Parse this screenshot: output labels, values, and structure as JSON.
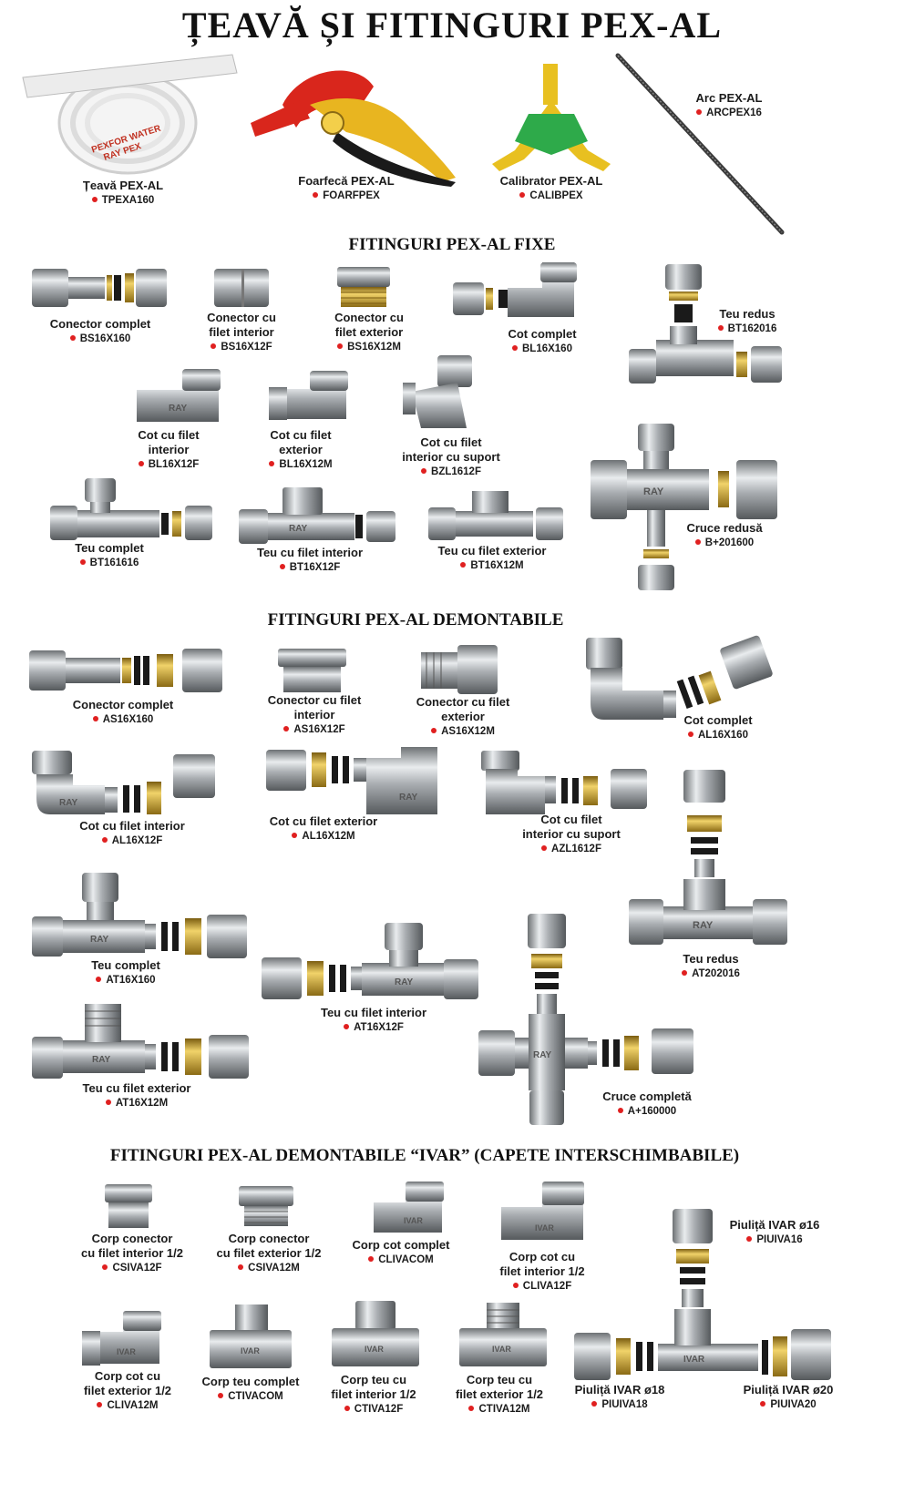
{
  "title": "ȚEAVĂ ȘI FITINGURI PEX-AL",
  "sections": {
    "fixe": "FITINGURI PEX-AL FIXE",
    "demontabile": "FITINGURI PEX-AL DEMONTABILE",
    "ivar": "FITINGURI PEX-AL DEMONTABILE “IVAR” (CAPETE INTERSCHIMBABILE)"
  },
  "tools": {
    "teava": {
      "name": "Țeavă PEX-AL",
      "code": "TPEXA160",
      "print": "PEXFOR WATER",
      "brand": "RAY PEX"
    },
    "foarfeca": {
      "name": "Foarfecă PEX-AL",
      "code": "FOARFPEX"
    },
    "calibrator": {
      "name": "Calibrator PEX-AL",
      "code": "CALIBPEX"
    },
    "arc": {
      "name": "Arc PEX-AL",
      "code": "ARCPEX16"
    }
  },
  "fixe": {
    "conector_complet": {
      "name": "Conector complet",
      "code": "BS16X160"
    },
    "conector_fi": {
      "name1": "Conector cu",
      "name2": "filet interior",
      "code": "BS16X12F"
    },
    "conector_fe": {
      "name1": "Conector cu",
      "name2": "filet exterior",
      "code": "BS16X12M"
    },
    "cot_complet": {
      "name": "Cot complet",
      "code": "BL16X160"
    },
    "teu_redus": {
      "name": "Teu redus",
      "code": "BT162016"
    },
    "cot_fi": {
      "name1": "Cot cu filet",
      "name2": "interior",
      "code": "BL16X12F"
    },
    "cot_fe": {
      "name1": "Cot cu filet",
      "name2": "exterior",
      "code": "BL16X12M"
    },
    "cot_suport": {
      "name1": "Cot cu filet",
      "name2": "interior cu suport",
      "code": "BZL1612F"
    },
    "cruce_redusa": {
      "name": "Cruce redusă",
      "code": "B+201600"
    },
    "teu_complet": {
      "name": "Teu complet",
      "code": "BT161616"
    },
    "teu_fi": {
      "name": "Teu cu filet interior",
      "code": "BT16X12F"
    },
    "teu_fe": {
      "name": "Teu cu filet exterior",
      "code": "BT16X12M"
    }
  },
  "demontabile": {
    "conector_complet": {
      "name": "Conector complet",
      "code": "AS16X160"
    },
    "conector_fi": {
      "name1": "Conector cu filet",
      "name2": "interior",
      "code": "AS16X12F"
    },
    "conector_fe": {
      "name1": "Conector cu filet",
      "name2": "exterior",
      "code": "AS16X12M"
    },
    "cot_complet": {
      "name": "Cot complet",
      "code": "AL16X160"
    },
    "cot_fi": {
      "name": "Cot cu filet interior",
      "code": "AL16X12F"
    },
    "cot_fe": {
      "name": "Cot cu filet exterior",
      "code": "AL16X12M"
    },
    "cot_suport": {
      "name1": "Cot cu filet",
      "name2": "interior cu suport",
      "code": "AZL1612F"
    },
    "teu_redus": {
      "name": "Teu redus",
      "code": "AT202016"
    },
    "teu_complet": {
      "name": "Teu complet",
      "code": "AT16X160"
    },
    "teu_fi": {
      "name": "Teu cu filet interior",
      "code": "AT16X12F"
    },
    "teu_fe": {
      "name": "Teu cu filet exterior",
      "code": "AT16X12M"
    },
    "cruce_completa": {
      "name": "Cruce completă",
      "code": "A+160000"
    }
  },
  "ivar": {
    "corp_conector_fi": {
      "name1": "Corp conector",
      "name2": "cu filet interior 1/2",
      "code": "CSIVA12F"
    },
    "corp_conector_fe": {
      "name1": "Corp conector",
      "name2": "cu filet exterior 1/2",
      "code": "CSIVA12M"
    },
    "corp_cot_complet": {
      "name": "Corp cot complet",
      "code": "CLIVACOM"
    },
    "corp_cot_fi": {
      "name1": "Corp cot cu",
      "name2": "filet interior 1/2",
      "code": "CLIVA12F"
    },
    "piulita16": {
      "name": "Piuliță IVAR ø16",
      "code": "PIUIVA16"
    },
    "corp_cot_fe": {
      "name1": "Corp cot cu",
      "name2": "filet exterior 1/2",
      "code": "CLIVA12M"
    },
    "corp_teu_complet": {
      "name": "Corp teu complet",
      "code": "CTIVACOM"
    },
    "corp_teu_fi": {
      "name1": "Corp teu cu",
      "name2": "filet interior 1/2",
      "code": "CTIVA12F"
    },
    "corp_teu_fe": {
      "name1": "Corp teu cu",
      "name2": "filet exterior 1/2",
      "code": "CTIVA12M"
    },
    "piulita18": {
      "name": "Piuliță IVAR ø18",
      "code": "PIUIVA18"
    },
    "piulita20": {
      "name": "Piuliță IVAR ø20",
      "code": "PIUIVA20"
    }
  },
  "stamps": {
    "ray": "RAY",
    "ivar": "IVAR"
  },
  "colors": {
    "chrome": "#b8bcc0",
    "brass": "#c9a227",
    "ring": "#1a1a1a",
    "dot": "#e02020"
  }
}
